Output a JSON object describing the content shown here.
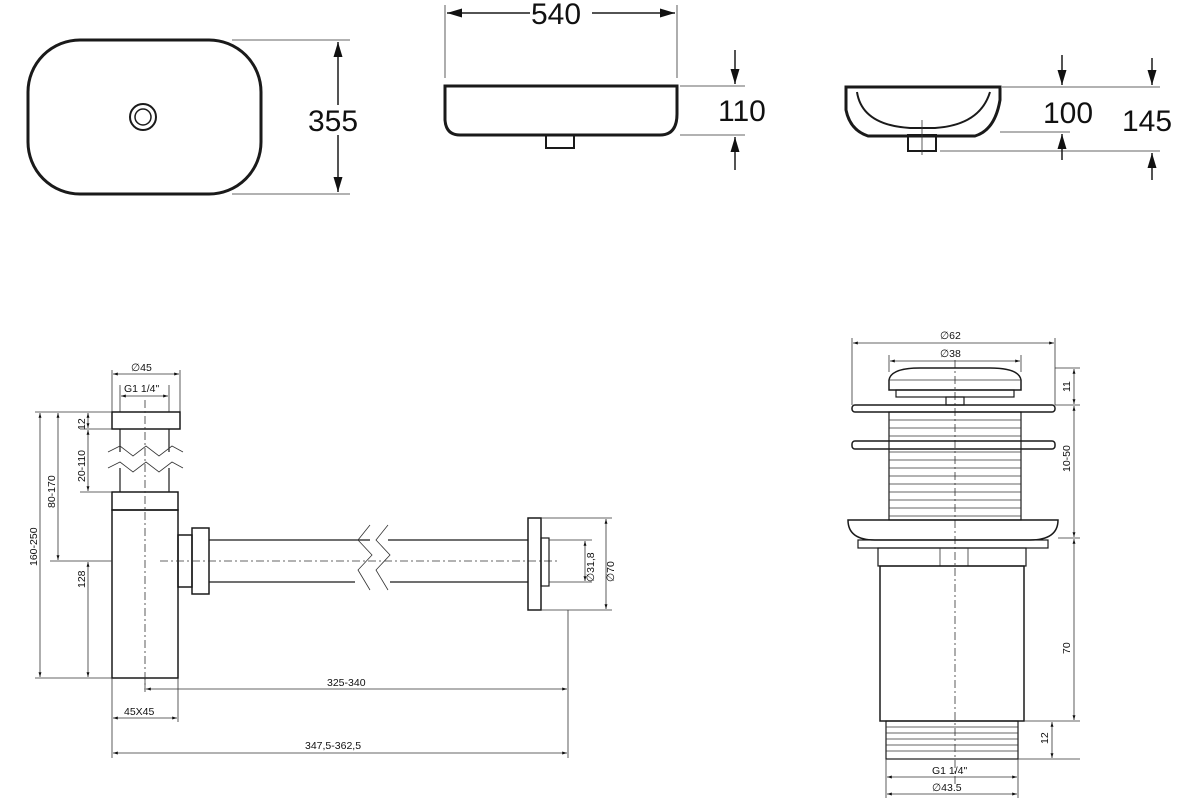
{
  "basin": {
    "width": "540",
    "depth": "355",
    "height_side": "110",
    "inner_depth": "100",
    "total_height": "145"
  },
  "siphon": {
    "outer_dia": "∅45",
    "thread": "G1 1/4\"",
    "cap_height": "12",
    "adjust_range": "20-110",
    "upper_range": "80-170",
    "total_range": "160-250",
    "body_height": "128",
    "pipe_inner": "∅31,8",
    "flange_dia": "∅70",
    "reach_inner": "325-340",
    "body_section": "45X45",
    "reach_total": "347,5-362,5"
  },
  "drain": {
    "top_dia": "∅62",
    "cap_dia": "∅38",
    "cap_height": "11",
    "thread_range": "10-50",
    "body_height": "70",
    "bottom_thread": "12",
    "thread_label": "G1 1/4\"",
    "bottom_dia": "∅43.5"
  }
}
